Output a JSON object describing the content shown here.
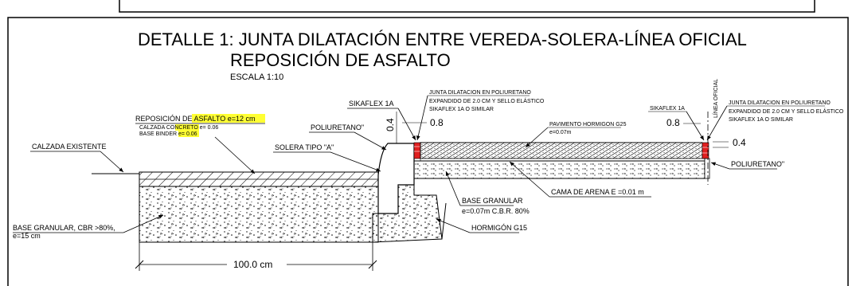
{
  "title": {
    "line1": "DETALLE 1: JUNTA DILATACIÓN ENTRE VEREDA-SOLERA-LÍNEA OFICIAL",
    "line2": "REPOSICIÓN DE ASFALTO",
    "scale": "ESCALA 1:10"
  },
  "labels": {
    "reposicion_prefix": "REPOSICIÓN  DE  AS",
    "reposicion_highlight": "FALTO  e=12  cm",
    "calzada_concreto_prefix": "CALZADA  CON",
    "calzada_concreto_highlight": "CRETO  e=  0.06",
    "base_binder_prefix": "BASE  BINDER  ",
    "base_binder_highlight": "e=  0.06",
    "calzada_existente": "CALZADA  EXISTENTE",
    "base_granular_left_1": "BASE  GRANULAR,  CBR  >80%,",
    "base_granular_left_2": "e=15  cm",
    "poliuretano_left": "POLIURETANO\"",
    "solera": "SOLERA  TIPO  \"A\"",
    "sikaflex_left": "SIKAFLEX  1A",
    "dim_04_left": "0.4",
    "dim_08_left": "0.8",
    "junta_left_1": "JUNTA  DILATACION  EN  POLIURETANO",
    "junta_left_2": "EXPANDIDO  DE  2.0  CM  Y  SELLO  ELÁSTICO",
    "junta_left_3": "SIKAFLEX  1A  O  SIMILAR",
    "pavimento_1": "PAVIMENTO  HORMIGON  G25",
    "pavimento_2": "e=0.07m",
    "base_granular_mid_1": "BASE  GRANULAR",
    "base_granular_mid_2": "e=0.07m  C.B.R.  80%",
    "cama_arena": "CAMA  DE  ARENA  E  =0.01  m",
    "hormigon": "HORMIGÓN  G15",
    "linea_oficial": "LÍNEA  OFICIAL",
    "sikaflex_right": "SIKAFLEX  1A",
    "dim_08_right": "0.8",
    "dim_04_right": "0.4",
    "junta_right_1": "JUNTA  DILATACION  EN  POLIURETANO",
    "junta_right_2": "EXPANDIDO  DE  2.0  CM  Y  SELLO  ELÁSTICO",
    "junta_right_3": "SIKAFLEX  1A  O  SIMILAR",
    "poliuretano_right": "POLIURETANO\"",
    "dimension_bottom": "100.0  cm"
  },
  "colors": {
    "highlight": "#ffff33",
    "joint": "#e02020",
    "line": "#000000"
  }
}
